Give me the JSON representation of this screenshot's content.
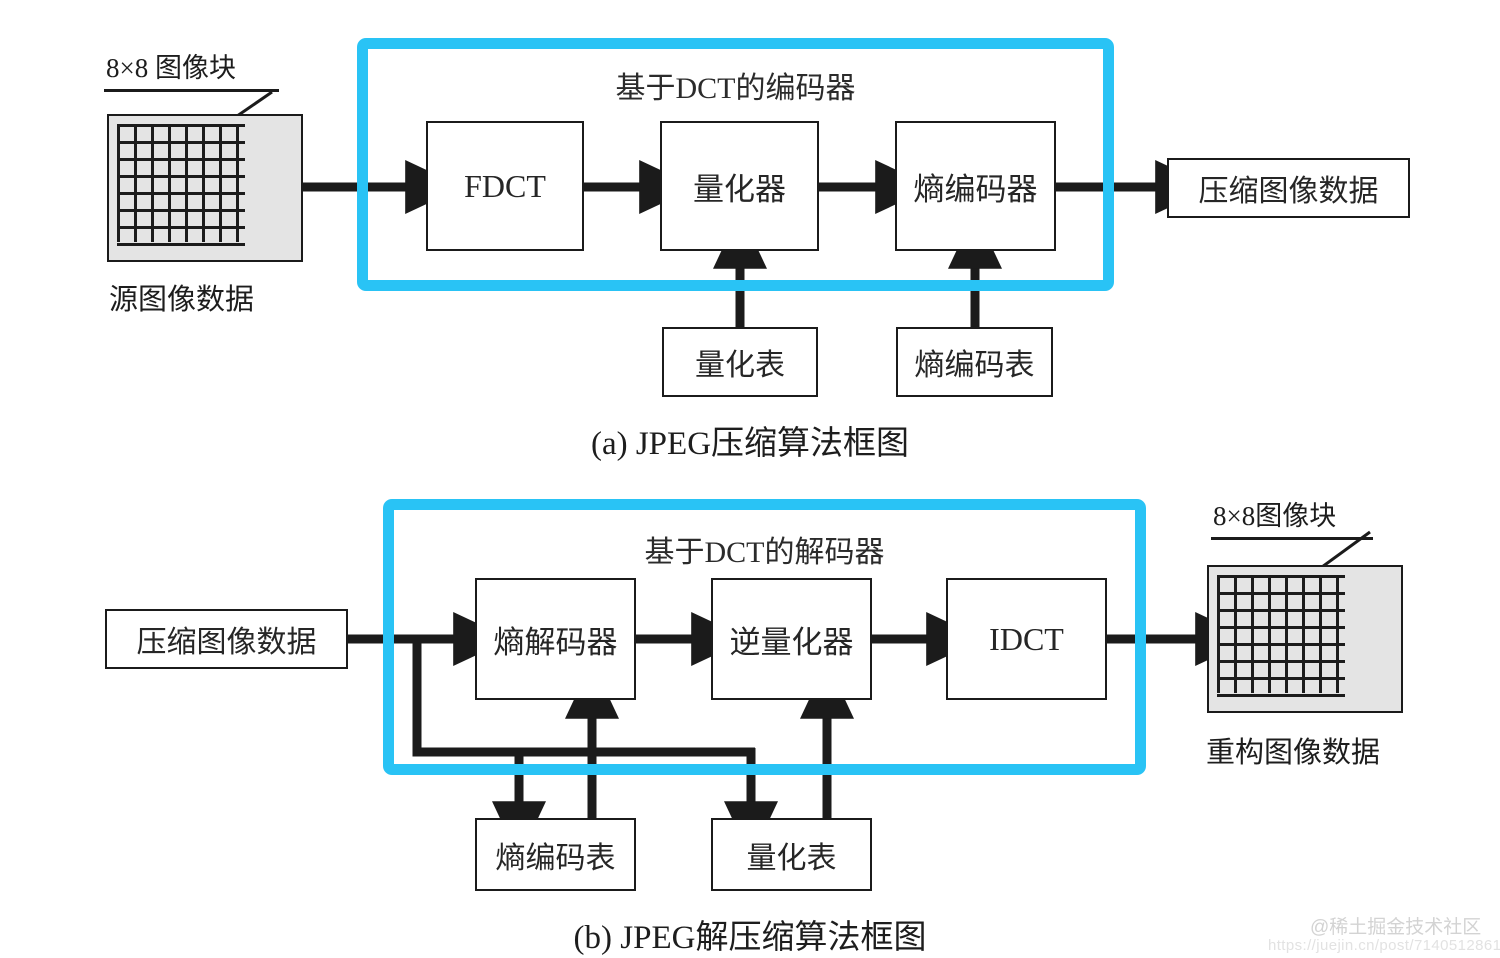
{
  "figure": {
    "background_color": "#ffffff",
    "frame_color": "#29c3f5",
    "line_color": "#1b1b1b",
    "block_fill": "#e4e4e4"
  },
  "encoder": {
    "frame_title": "基于DCT的编码器",
    "input_block": {
      "top_label": "8×8 图像块",
      "bottom_label": "源图像数据"
    },
    "stages": [
      {
        "label": "FDCT"
      },
      {
        "label": "量化器"
      },
      {
        "label": "熵编码器"
      }
    ],
    "tables": [
      {
        "label": "量化表"
      },
      {
        "label": "熵编码表"
      }
    ],
    "output": {
      "label": "压缩图像数据"
    },
    "caption": "(a) JPEG压缩算法框图"
  },
  "decoder": {
    "frame_title": "基于DCT的解码器",
    "input": {
      "label": "压缩图像数据"
    },
    "stages": [
      {
        "label": "熵解码器"
      },
      {
        "label": "逆量化器"
      },
      {
        "label": "IDCT"
      }
    ],
    "tables": [
      {
        "label": "熵编码表"
      },
      {
        "label": "量化表"
      }
    ],
    "output_block": {
      "top_label": "8×8图像块",
      "bottom_label": "重构图像数据"
    },
    "caption": "(b) JPEG解压缩算法框图"
  },
  "watermark": {
    "handle": "@稀土掘金技术社区",
    "url": "https://juejin.cn/post/7140512861"
  }
}
